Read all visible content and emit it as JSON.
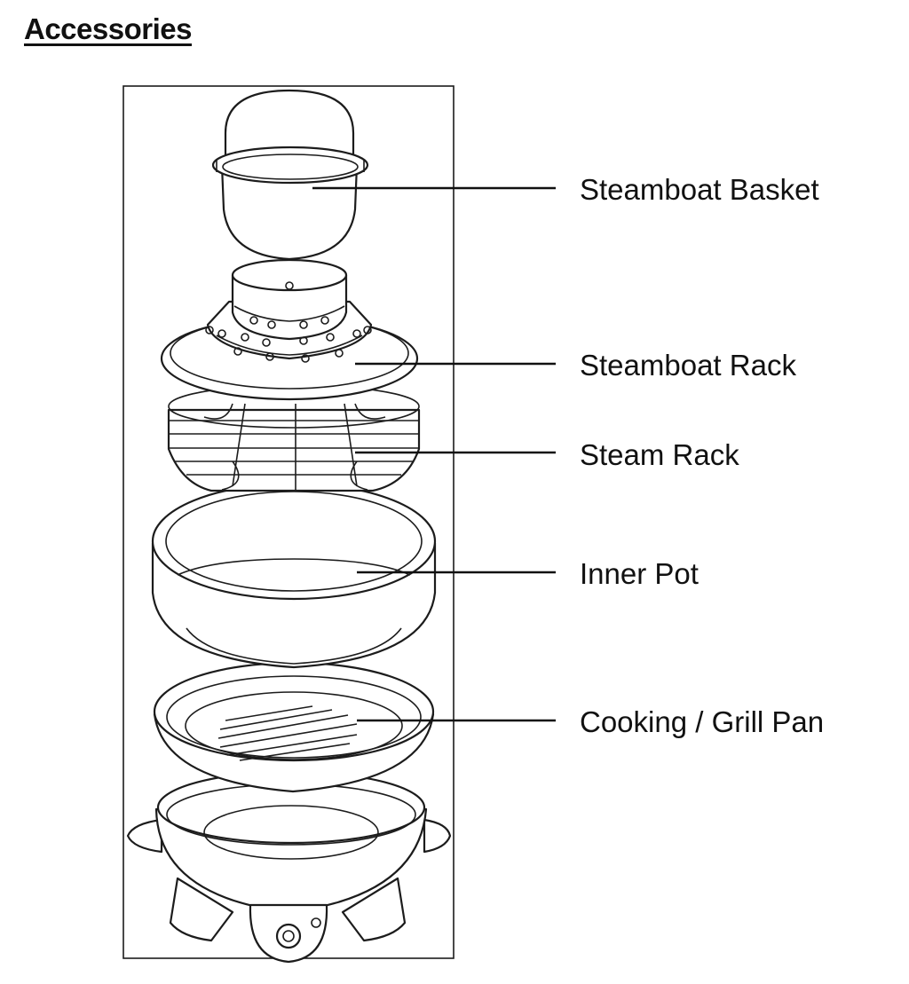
{
  "title": "Accessories",
  "labels": [
    {
      "id": "steamboat-basket",
      "text": "Steamboat Basket"
    },
    {
      "id": "steamboat-rack",
      "text": "Steamboat Rack"
    },
    {
      "id": "steam-rack",
      "text": "Steam Rack"
    },
    {
      "id": "inner-pot",
      "text": "Inner Pot"
    },
    {
      "id": "cooking-grill-pan",
      "text": "Cooking / Grill Pan"
    }
  ]
}
